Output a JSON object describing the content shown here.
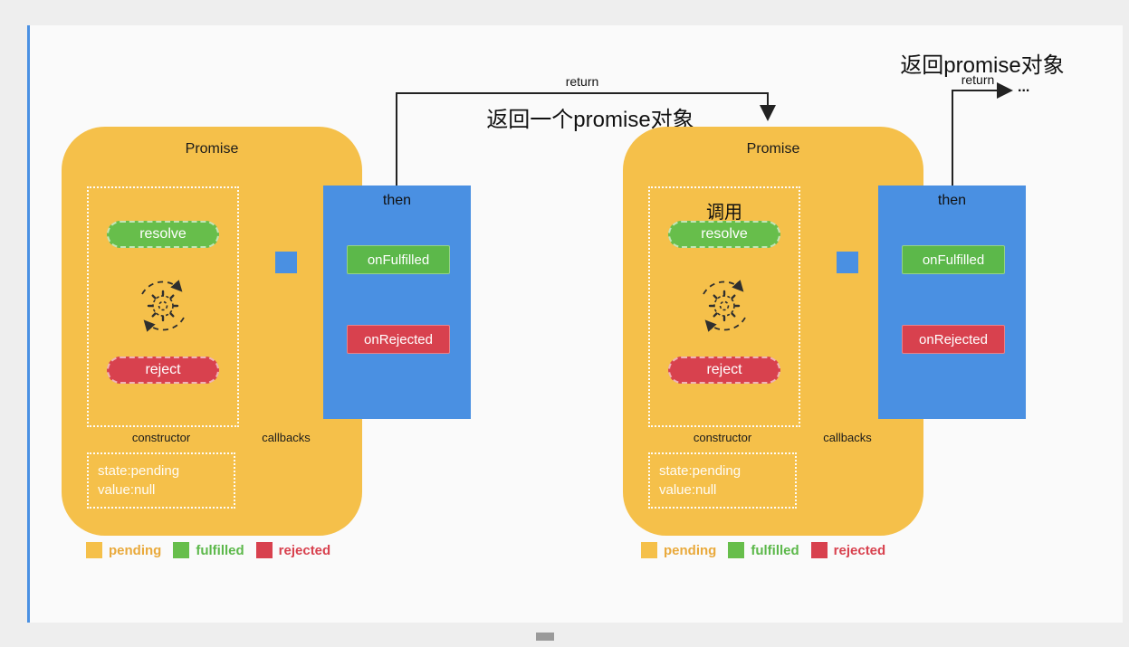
{
  "colors": {
    "pending_orange": "#F5C04A",
    "fulfilled_green": "#67BE4B",
    "rejected_red": "#D8414E",
    "then_blue": "#4A90E2"
  },
  "promises": [
    {
      "title": "Promise",
      "resolve": "resolve",
      "reject": "reject",
      "constructor_label": "constructor",
      "callbacks_label": "callbacks",
      "state_line": "state:pending",
      "value_line": "value:null"
    },
    {
      "title": "Promise",
      "resolve": "resolve",
      "reject": "reject",
      "constructor_label": "constructor",
      "callbacks_label": "callbacks",
      "state_line": "state:pending",
      "value_line": "value:null"
    }
  ],
  "then_boxes": [
    {
      "title": "then",
      "on_fulfilled": "onFulfilled",
      "on_rejected": "onRejected"
    },
    {
      "title": "then",
      "on_fulfilled": "onFulfilled",
      "on_rejected": "onRejected"
    }
  ],
  "legend": {
    "pending": "pending",
    "fulfilled": "fulfilled",
    "rejected": "rejected"
  },
  "annotations": {
    "return1": "return",
    "return2": "return",
    "returns_a_promise_object": "返回一个promise对象",
    "returns_promise_object": "返回promise对象",
    "call": "调用",
    "ellipsis": "..."
  }
}
